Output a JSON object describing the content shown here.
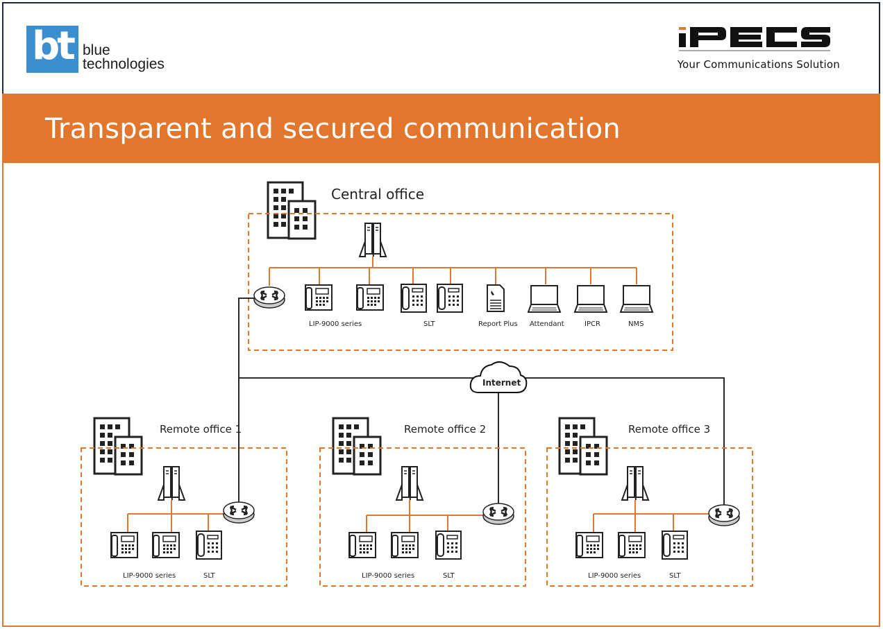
{
  "header": {
    "bt_logo": {
      "mark": "bt",
      "line1": "blue",
      "line2": "technologies"
    },
    "ipecs_logo": {
      "wordmark": "iPECS",
      "tagline": "Your Communications Solution"
    }
  },
  "banner": {
    "title": "Transparent and secured communication",
    "color": "#e2762c"
  },
  "cloud": {
    "label": "Internet"
  },
  "central": {
    "title": "Central office",
    "labels": {
      "lip": "LIP-9000 series",
      "slt": "SLT",
      "report": "Report Plus",
      "attendant": "Attendant",
      "ipcr": "IPCR",
      "nms": "NMS"
    }
  },
  "remotes": [
    {
      "title": "Remote office 1",
      "lip": "LIP-9000 series",
      "slt": "SLT"
    },
    {
      "title": "Remote office 2",
      "lip": "LIP-9000 series",
      "slt": "SLT"
    },
    {
      "title": "Remote office 3",
      "lip": "LIP-9000 series",
      "slt": "SLT"
    }
  ],
  "colors": {
    "accent": "#e2762c",
    "line": "#000000",
    "navy": "#1e2a44",
    "bt_blue": "#3b8fcf"
  }
}
